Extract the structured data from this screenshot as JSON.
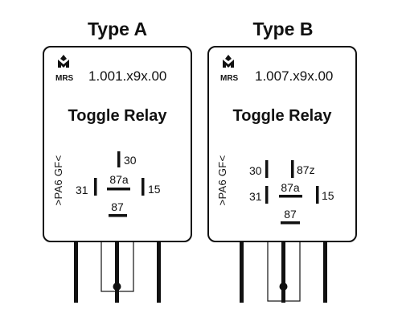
{
  "relays": [
    {
      "type_label": "Type A",
      "brand": "MRS",
      "model": "1.001.x9x.00",
      "name": "Toggle Relay",
      "material": ">PA6 GF<",
      "pins": {
        "p30": "30",
        "p87a": "87a",
        "p31": "31",
        "p15": "15",
        "p87": "87"
      }
    },
    {
      "type_label": "Type B",
      "brand": "MRS",
      "model": "1.007.x9x.00",
      "name": "Toggle Relay",
      "material": ">PA6 GF<",
      "pins": {
        "p30": "30",
        "p87z": "87z",
        "p87a": "87a",
        "p31": "31",
        "p15": "15",
        "p87": "87"
      }
    }
  ],
  "colors": {
    "ink": "#111111",
    "background": "#ffffff"
  },
  "icons": {
    "logo": "mrs-logo-icon"
  }
}
